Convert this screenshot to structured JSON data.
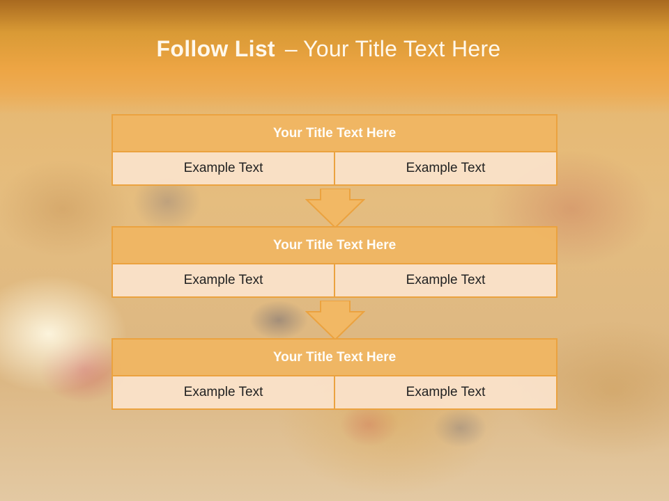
{
  "slide": {
    "title_bold": "Follow List",
    "title_separator": "–",
    "title_rest": "Your Title Text Here",
    "colors": {
      "header": "#eda544",
      "accent_border": "#eba23f",
      "title_box_fill": "#f0b662",
      "cell_fill": "#fae2c9"
    },
    "blocks": [
      {
        "title": "Your Title Text Here",
        "left": "Example Text",
        "right": "Example Text"
      },
      {
        "title": "Your Title Text Here",
        "left": "Example Text",
        "right": "Example Text"
      },
      {
        "title": "Your Title Text Here",
        "left": "Example Text",
        "right": "Example Text"
      }
    ]
  }
}
